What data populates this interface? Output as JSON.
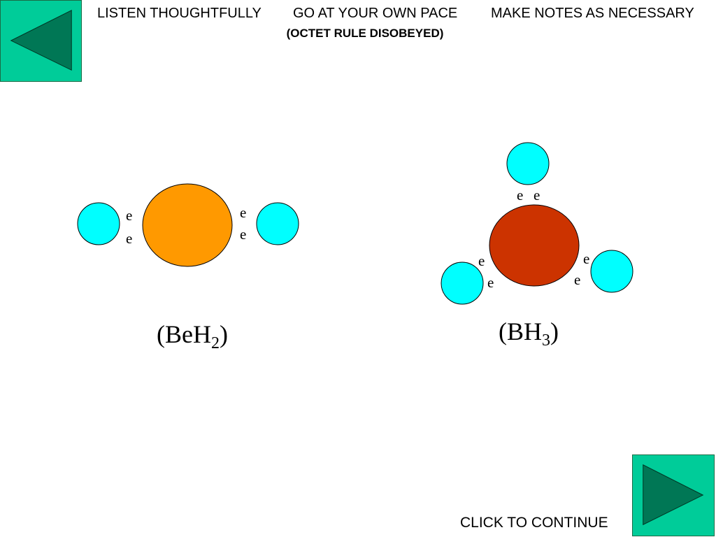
{
  "header": {
    "instructions": [
      "LISTEN THOUGHTFULLY",
      "GO AT YOUR OWN PACE",
      "MAKE NOTES AS NECESSARY"
    ],
    "subtitle": "(OCTET RULE DISOBEYED)"
  },
  "footer": {
    "continue_label": "CLICK TO CONTINUE"
  },
  "colors": {
    "nav_fill": "#00cc99",
    "nav_arrow": "#007755",
    "hydrogen": "#00ffff",
    "beryllium": "#ff9900",
    "boron": "#cc3300"
  },
  "icons": {
    "back": "left-triangle-icon",
    "next": "right-triangle-icon"
  },
  "molecules": {
    "beh2": {
      "electron": "e",
      "formula_prefix": "(BeH",
      "formula_subscript": "2",
      "formula_suffix": ")"
    },
    "bh3": {
      "electron": "e",
      "formula_prefix": "(BH",
      "formula_subscript": "3",
      "formula_suffix": ")"
    }
  }
}
